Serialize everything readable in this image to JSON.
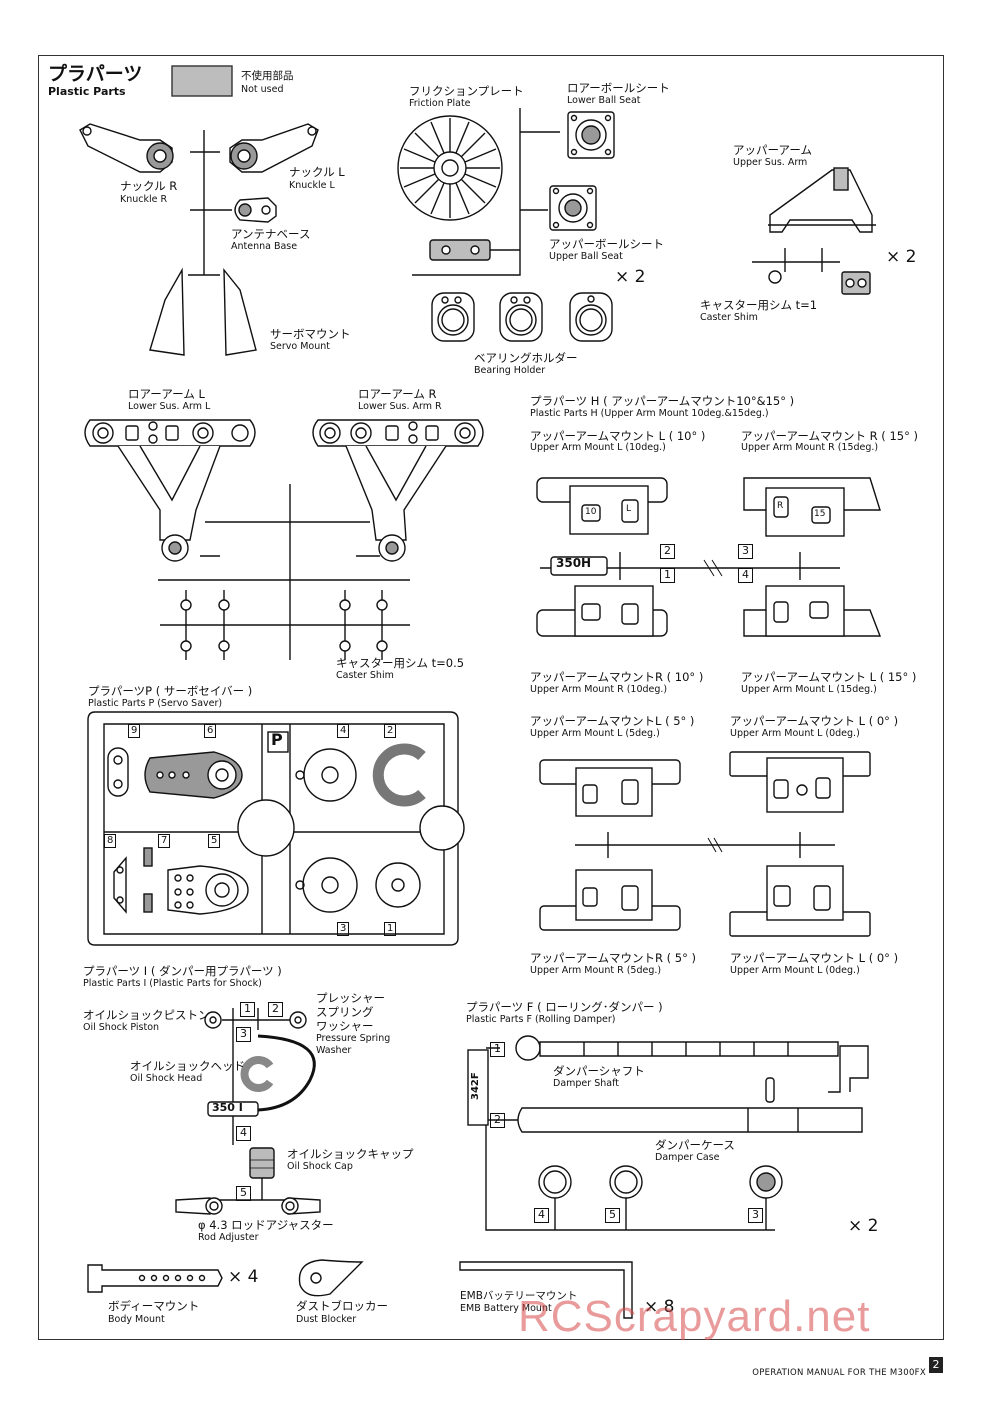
{
  "header": {
    "title_jp": "プラパーツ",
    "title_en": "Plastic Parts",
    "legend_jp": "不使用部品",
    "legend_en": "Not used"
  },
  "plastic_parts": {
    "knuckle_r": {
      "jp": "ナックル R",
      "en": "Knuckle R"
    },
    "knuckle_l": {
      "jp": "ナックル L",
      "en": "Knuckle L"
    },
    "antenna_base": {
      "jp": "アンテナベース",
      "en": "Antenna Base"
    },
    "servo_mount": {
      "jp": "サーボマウント",
      "en": "Servo Mount"
    },
    "friction_plate": {
      "jp": "フリクションプレート",
      "en": "Friction Plate"
    },
    "lower_ball_seat": {
      "jp": "ロアーボールシート",
      "en": "Lower Ball Seat"
    },
    "upper_ball_seat": {
      "jp": "アッパーボールシート",
      "en": "Upper Ball Seat"
    },
    "bearing_holder": {
      "jp": "ベアリングホルダー",
      "en": "Bearing Holder"
    },
    "bearing_mult": "× 2",
    "upper_sus_arm": {
      "jp": "アッパーアーム",
      "en": "Upper Sus. Arm"
    },
    "caster_shim_top": {
      "jp": "キャスター用シム t=1",
      "en": "Caster Shim"
    },
    "upper_arm_mult": "× 2"
  },
  "lower_arms": {
    "lower_arm_l": {
      "jp": "ロアーアーム L",
      "en": "Lower Sus. Arm L"
    },
    "lower_arm_r": {
      "jp": "ロアーアーム R",
      "en": "Lower Sus. Arm R"
    },
    "caster_shim": {
      "jp": "キャスター用シム t=0.5",
      "en": "Caster Shim"
    }
  },
  "parts_h": {
    "title_jp": "プラパーツ H ( アッパーアームマウント10°&15° )",
    "title_en": "Plastic Parts H (Upper Arm Mount 10deg.&15deg.)",
    "m1": {
      "jp": "アッパーアームマウント L ( 10° )",
      "en": "Upper Arm Mount L (10deg.)"
    },
    "m2": {
      "jp": "アッパーアームマウント R ( 15° )",
      "en": "Upper Arm Mount R (15deg.)"
    },
    "m3": {
      "jp": "アッパーアームマウントR ( 10° )",
      "en": "Upper Arm Mount R (10deg.)"
    },
    "m4": {
      "jp": "アッパーアームマウント L ( 15° )",
      "en": "Upper Arm Mount L (15deg.)"
    },
    "m5": {
      "jp": "アッパーアームマウントL ( 5° )",
      "en": "Upper Arm Mount L (5deg.)"
    },
    "m6": {
      "jp": "アッパーアームマウント L ( 0° )",
      "en": "Upper Arm Mount L (0deg.)"
    },
    "m7": {
      "jp": "アッパーアームマウントR ( 5° )",
      "en": "Upper Arm Mount R (5deg.)"
    },
    "m8": {
      "jp": "アッパーアームマウント L ( 0° )",
      "en": "Upper Arm Mount L (0deg.)"
    },
    "runner_tag": "350H",
    "nums": [
      "2",
      "1",
      "3",
      "4"
    ],
    "mark_10": "10",
    "mark_15": "15",
    "mark_l": "L",
    "mark_r": "R"
  },
  "parts_p": {
    "title_jp": "プラパーツP ( サーボセイバー )",
    "title_en": "Plastic Parts P (Servo Saver)",
    "letter": "P",
    "nums": [
      "9",
      "6",
      "4",
      "2",
      "8",
      "7",
      "5",
      "3",
      "1"
    ]
  },
  "parts_i": {
    "title_jp": "プラパーツ I ( ダンパー用プラパーツ )",
    "title_en": "Plastic Parts I (Plastic Parts for Shock)",
    "piston": {
      "jp": "オイルショックピストン",
      "en": "Oil Shock Piston"
    },
    "spring": {
      "jp1": "プレッシャー",
      "jp2": "スプリング",
      "jp3": "ワッシャー",
      "en1": "Pressure Spring",
      "en2": "Washer"
    },
    "head": {
      "jp": "オイルショックヘッド",
      "en": "Oil Shock Head"
    },
    "cap": {
      "jp": "オイルショックキャップ",
      "en": "Oil Shock Cap"
    },
    "rod": {
      "jp": "φ 4.3 ロッドアジャスター",
      "en": "Rod Adjuster"
    },
    "runner_tag": "350 I",
    "nums": [
      "1",
      "2",
      "3",
      "4",
      "5"
    ]
  },
  "parts_f": {
    "title_jp": "プラパーツ F ( ローリング･ダンパー )",
    "title_en": "Plastic Parts F (Rolling Damper)",
    "shaft": {
      "jp": "ダンパーシャフト",
      "en": "Damper Shaft"
    },
    "case": {
      "jp": "ダンパーケース",
      "en": "Damper Case"
    },
    "runner_tag": "342F",
    "nums": [
      "1",
      "2",
      "4",
      "5",
      "3"
    ],
    "mult": "× 2"
  },
  "bottom": {
    "body_mount": {
      "jp": "ボディーマウント",
      "en": "Body Mount",
      "mult": "× 4"
    },
    "dust_blocker": {
      "jp": "ダストブロッカー",
      "en": "Dust Blocker"
    },
    "battery_mount": {
      "jp": "EMBバッテリーマウント",
      "en": "EMB Battery Mount",
      "mult": "× 8"
    }
  },
  "footer": {
    "text": "OPERATION MANUAL FOR THE M300FX",
    "page": "2"
  },
  "watermark": "RCScrapyard.net"
}
